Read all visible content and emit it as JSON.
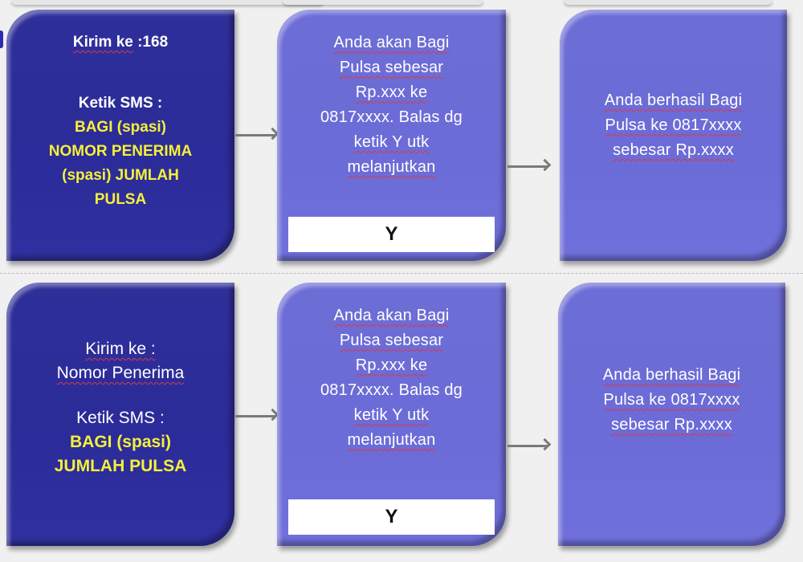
{
  "colors": {
    "dark_box": "#2f2f9a",
    "light_box": "#6d6dd6",
    "highlight_text": "#f5f03a",
    "normal_text": "#ffffff",
    "reply_box": "#ffffff",
    "arrow": "#7a7a7a",
    "background": "#f0f0f0"
  },
  "flows": [
    {
      "step1": {
        "send_to_label": "Kirim ke",
        "send_to_value": ":168",
        "type_label": "Ketik SMS :",
        "format_lines": [
          "BAGI (spasi)",
          "NOMOR  PENERIMA",
          "(spasi)  JUMLAH",
          "PULSA"
        ]
      },
      "step2": {
        "lines": [
          "Anda akan Bagi",
          "Pulsa sebesar",
          "Rp.xxx ke",
          "0817xxxx.   Balas dg",
          "ketik Y utk",
          "melanjutkan"
        ],
        "reply": "Y"
      },
      "step3": {
        "lines": [
          "Anda berhasil  Bagi",
          "Pulsa ke 0817xxxx",
          "sebesar Rp.xxxx"
        ]
      }
    },
    {
      "step1": {
        "send_to_label": "Kirim ke :",
        "send_to_value": "Nomor  Penerima",
        "type_label": "Ketik SMS :",
        "format_lines": [
          "BAGI (spasi)",
          "JUMLAH  PULSA"
        ]
      },
      "step2": {
        "lines": [
          "Anda akan Bagi",
          "Pulsa sebesar",
          "Rp.xxx ke",
          "0817xxxx.   Balas dg",
          "ketik Y utk",
          "melanjutkan"
        ],
        "reply": "Y"
      },
      "step3": {
        "lines": [
          "Anda berhasil  Bagi",
          "Pulsa ke 0817xxxx",
          "sebesar Rp.xxxx"
        ]
      }
    }
  ]
}
